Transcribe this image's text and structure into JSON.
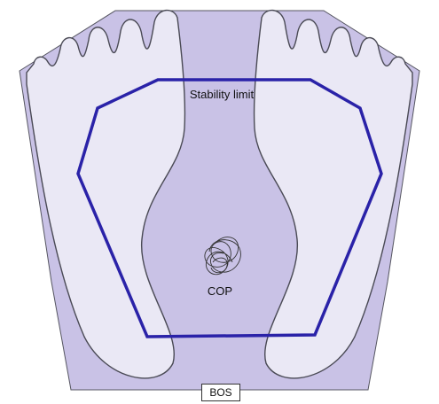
{
  "labels": {
    "stability_limit": "Stability limit",
    "cop": "COP",
    "bos": "BOS"
  },
  "colors": {
    "shaded_region": "#c9c2e6",
    "feet_fill": "#eae8f5",
    "outline": "#4a4a55",
    "stability_polygon": "#2a22a8"
  }
}
